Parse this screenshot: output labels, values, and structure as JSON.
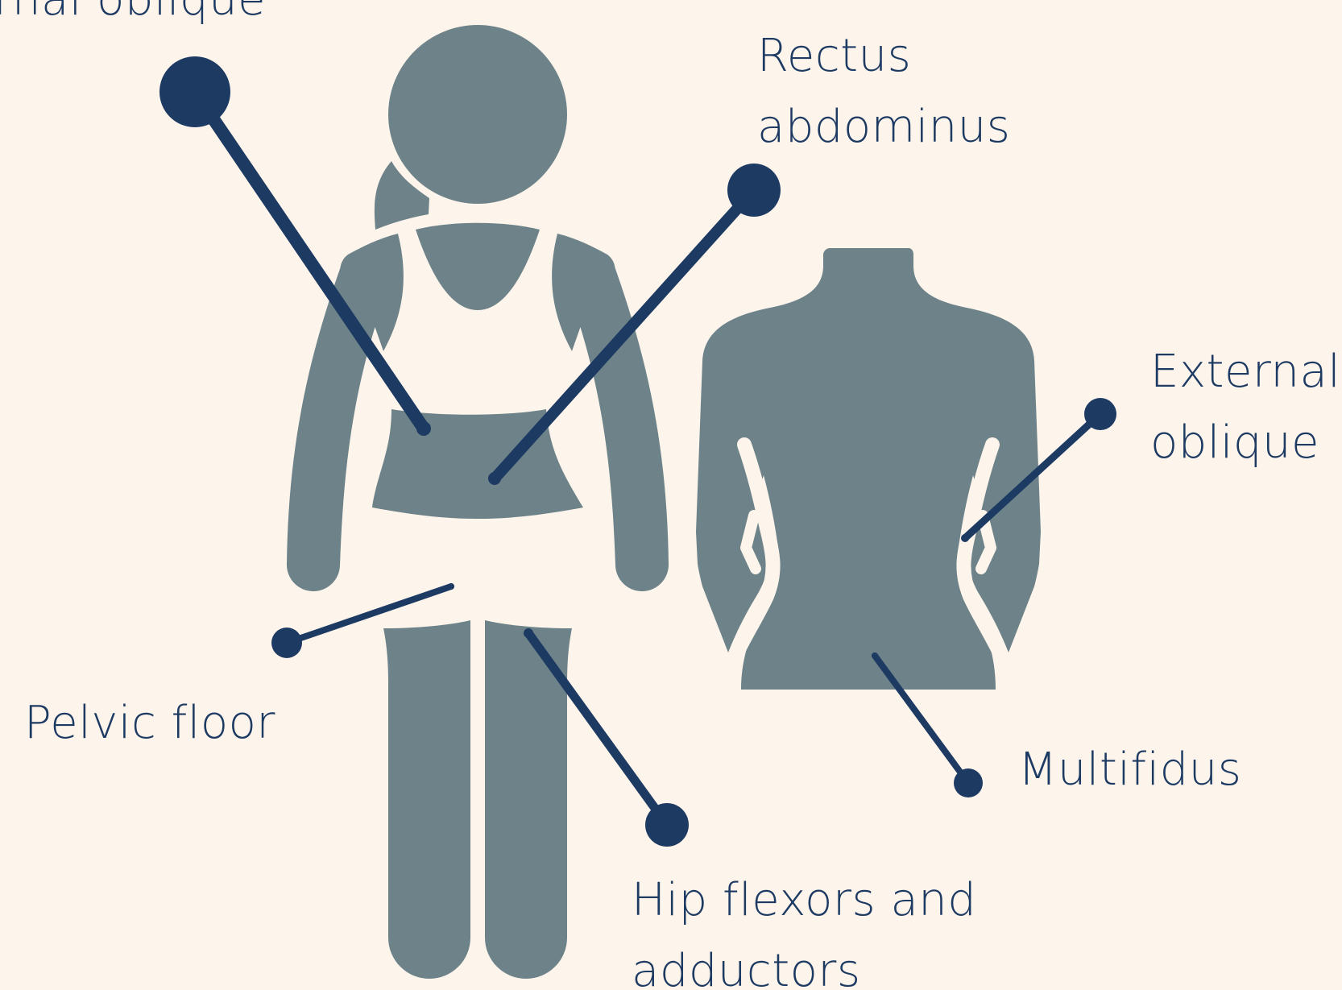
{
  "labels": {
    "internal_oblique": "Internal oblique",
    "rectus_line1": "Rectus",
    "rectus_line2": "abdominus",
    "external_line1": "External",
    "external_line2": "oblique",
    "pelvic_floor": "Pelvic floor",
    "multifidus": "Multifidus",
    "hip_line1": "Hip flexors and",
    "hip_line2": "adductors"
  },
  "colors": {
    "background": "#fdf4eb",
    "figure": "#6d8389",
    "annotation": "#1d3a63"
  },
  "icons": [
    "woman-figure-icon",
    "torso-back-icon"
  ]
}
